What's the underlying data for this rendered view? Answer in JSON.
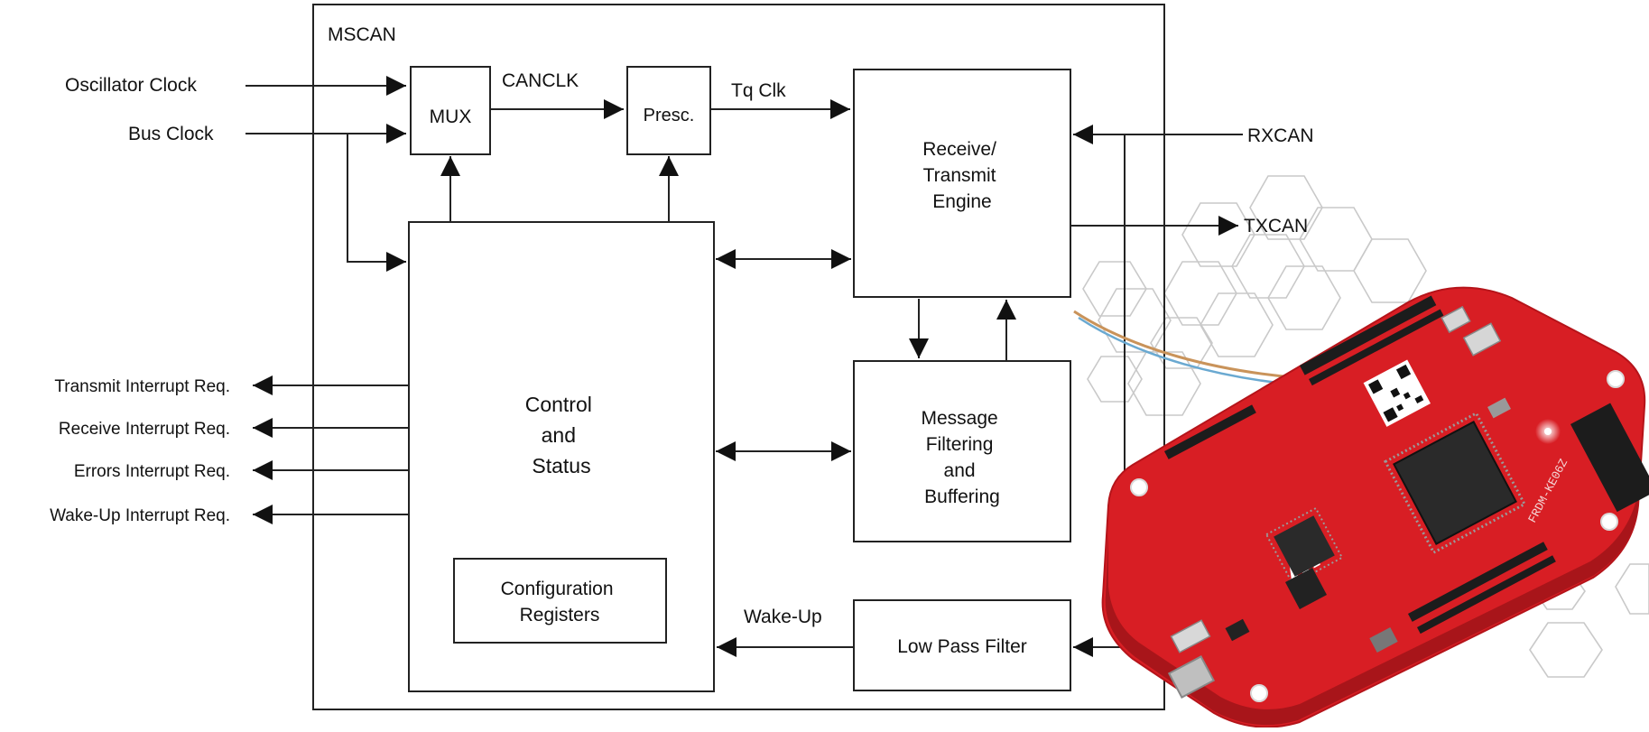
{
  "diagram": {
    "mscan_label": "MSCAN",
    "inputs": {
      "oscillator_clock": "Oscillator Clock",
      "bus_clock": "Bus Clock"
    },
    "blocks": {
      "mux": "MUX",
      "prescaler": "Presc.",
      "rx_tx_engine": [
        "Receive/",
        "Transmit",
        "Engine"
      ],
      "control_status": [
        "Control",
        "and",
        "Status"
      ],
      "message_filtering": [
        "Message",
        "Filtering",
        "and",
        "Buffering"
      ],
      "config_registers": [
        "Configuration",
        "Registers"
      ],
      "low_pass_filter": "Low Pass Filter"
    },
    "signals": {
      "canclk": "CANCLK",
      "tq_clk": "Tq Clk",
      "rxcan": "RXCAN",
      "txcan": "TXCAN",
      "wake_up": "Wake-Up"
    },
    "interrupts": [
      "Transmit Interrupt Req.",
      "Receive Interrupt Req.",
      "Errors Interrupt Req.",
      "Wake-Up Interrupt Req."
    ]
  },
  "board": {
    "silkscreen": "FRDM-KE06Z",
    "colors": {
      "pcb": "#d81e24",
      "mask_dark": "#a8151a",
      "chip": "#2a2a2a"
    }
  }
}
